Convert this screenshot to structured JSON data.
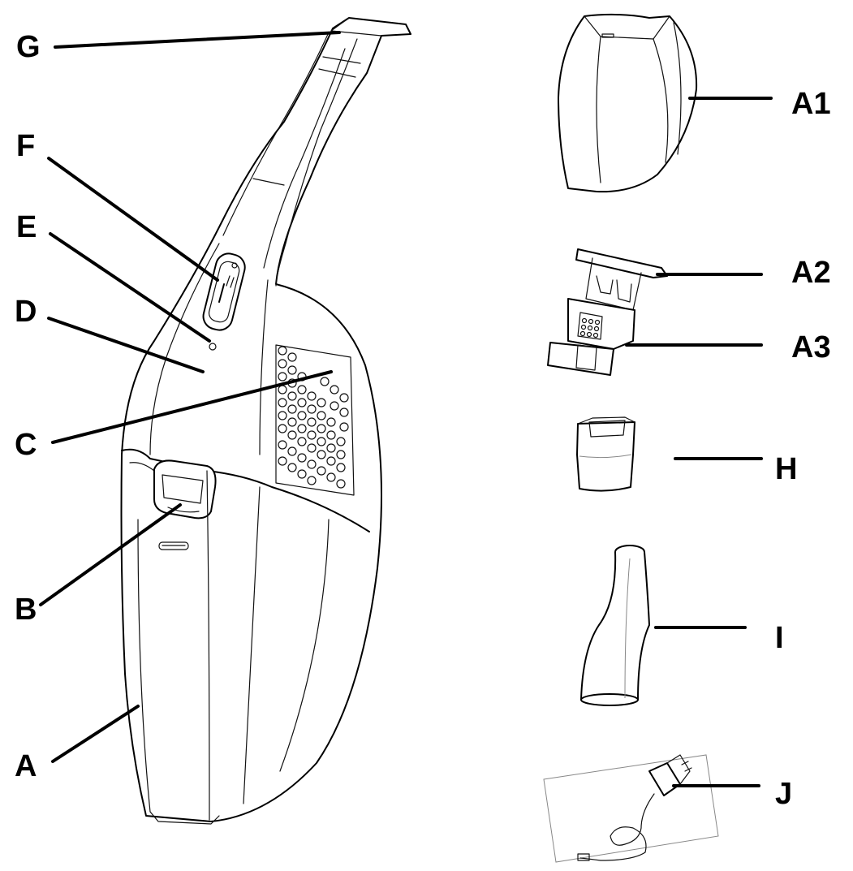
{
  "diagram": {
    "labels": {
      "G": "G",
      "F": "F",
      "E": "E",
      "D": "D",
      "C": "C",
      "B": "B",
      "A": "A",
      "A1": "A1",
      "A2": "A2",
      "A3": "A3",
      "H": "H",
      "I": "I",
      "J": "J"
    }
  },
  "colors": {
    "line": "#000000",
    "background": "#ffffff"
  },
  "parts": [
    "vacuum-body",
    "dust-container",
    "filter-holder",
    "filter-cone",
    "crevice-nozzle",
    "charger-adapter"
  ]
}
